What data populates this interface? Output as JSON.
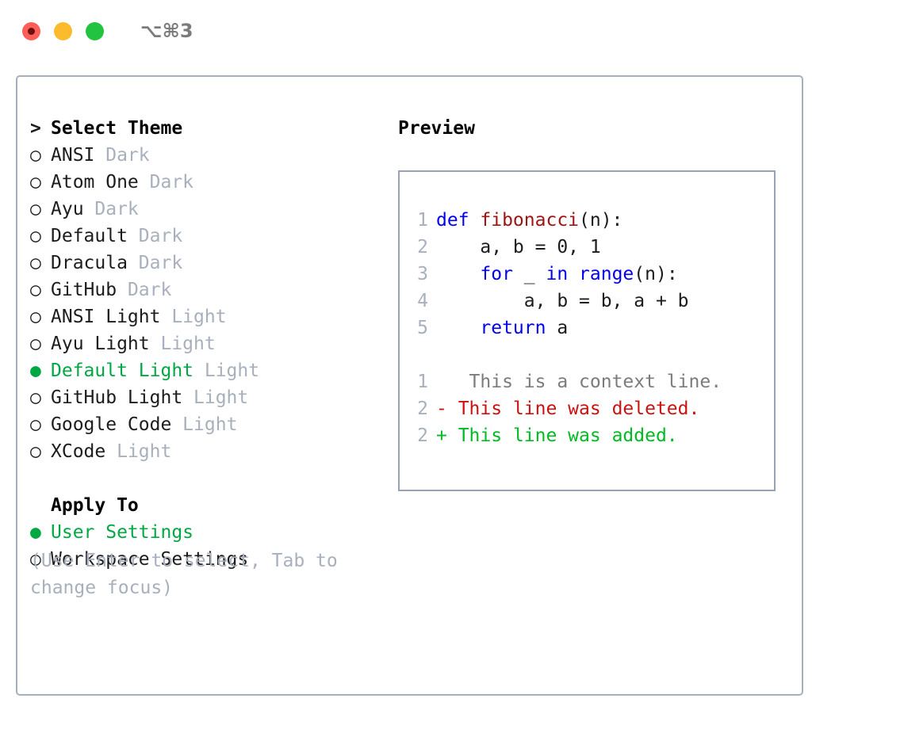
{
  "titlebar": {
    "shortcut": "⌥⌘3",
    "lights": [
      {
        "name": "close",
        "color": "#fb5f57"
      },
      {
        "name": "minimize",
        "color": "#fcbb2c"
      },
      {
        "name": "maximize",
        "color": "#22c33e"
      }
    ]
  },
  "colors": {
    "accent_green": "#00a843",
    "muted": "#a8b0bd",
    "text": "#1c1c1c",
    "border_panel": "#a5b0be",
    "border_preview": "#97a3b4",
    "keyword_blue": "#0000ee",
    "function_red": "#a01414",
    "diff_add": "#00bb22",
    "diff_del": "#cc1111"
  },
  "theme_section": {
    "header_marker": ">",
    "header_label": "Select Theme",
    "items": [
      {
        "marker": "○",
        "selected": false,
        "label": "ANSI",
        "suffix": "Dark"
      },
      {
        "marker": "○",
        "selected": false,
        "label": "Atom One",
        "suffix": "Dark"
      },
      {
        "marker": "○",
        "selected": false,
        "label": "Ayu",
        "suffix": "Dark"
      },
      {
        "marker": "○",
        "selected": false,
        "label": "Default",
        "suffix": "Dark"
      },
      {
        "marker": "○",
        "selected": false,
        "label": "Dracula",
        "suffix": "Dark"
      },
      {
        "marker": "○",
        "selected": false,
        "label": "GitHub",
        "suffix": "Dark"
      },
      {
        "marker": "○",
        "selected": false,
        "label": "ANSI Light",
        "suffix": "Light"
      },
      {
        "marker": "○",
        "selected": false,
        "label": "Ayu Light",
        "suffix": "Light"
      },
      {
        "marker": "●",
        "selected": true,
        "label": "Default Light",
        "suffix": "Light"
      },
      {
        "marker": "○",
        "selected": false,
        "label": "GitHub Light",
        "suffix": "Light"
      },
      {
        "marker": "○",
        "selected": false,
        "label": "Google Code",
        "suffix": "Light"
      },
      {
        "marker": "○",
        "selected": false,
        "label": "XCode",
        "suffix": "Light"
      }
    ]
  },
  "apply_section": {
    "header_label": "Apply To",
    "items": [
      {
        "marker": "●",
        "selected": true,
        "label": "User Settings"
      },
      {
        "marker": "○",
        "selected": false,
        "label": "Workspace Settings"
      }
    ]
  },
  "hint": "(Use Enter to select, Tab to change focus)",
  "preview": {
    "title": "Preview",
    "code_lines": [
      {
        "number": "1",
        "tokens": [
          {
            "text": "def ",
            "style": "kw"
          },
          {
            "text": "fibonacci",
            "style": "fn"
          },
          {
            "text": "(n):",
            "style": "plain"
          }
        ]
      },
      {
        "number": "2",
        "tokens": [
          {
            "text": "    a, b = 0, 1",
            "style": "plain"
          }
        ]
      },
      {
        "number": "3",
        "tokens": [
          {
            "text": "    ",
            "style": "plain"
          },
          {
            "text": "for",
            "style": "kw"
          },
          {
            "text": " _ ",
            "style": "plain"
          },
          {
            "text": "in",
            "style": "kw"
          },
          {
            "text": " ",
            "style": "plain"
          },
          {
            "text": "range",
            "style": "kw"
          },
          {
            "text": "(n):",
            "style": "plain"
          }
        ]
      },
      {
        "number": "4",
        "tokens": [
          {
            "text": "        a, b = b, a + b",
            "style": "plain"
          }
        ]
      },
      {
        "number": "5",
        "tokens": [
          {
            "text": "    ",
            "style": "plain"
          },
          {
            "text": "return",
            "style": "kw"
          },
          {
            "text": " a",
            "style": "plain"
          }
        ]
      }
    ],
    "diff_lines": [
      {
        "number": "1",
        "marker": " ",
        "text": "  This is a context line.",
        "style": "ctx"
      },
      {
        "number": "2",
        "marker": "-",
        "text": " This line was deleted.",
        "style": "del"
      },
      {
        "number": "2",
        "marker": "+",
        "text": " This line was added.",
        "style": "add"
      }
    ]
  }
}
